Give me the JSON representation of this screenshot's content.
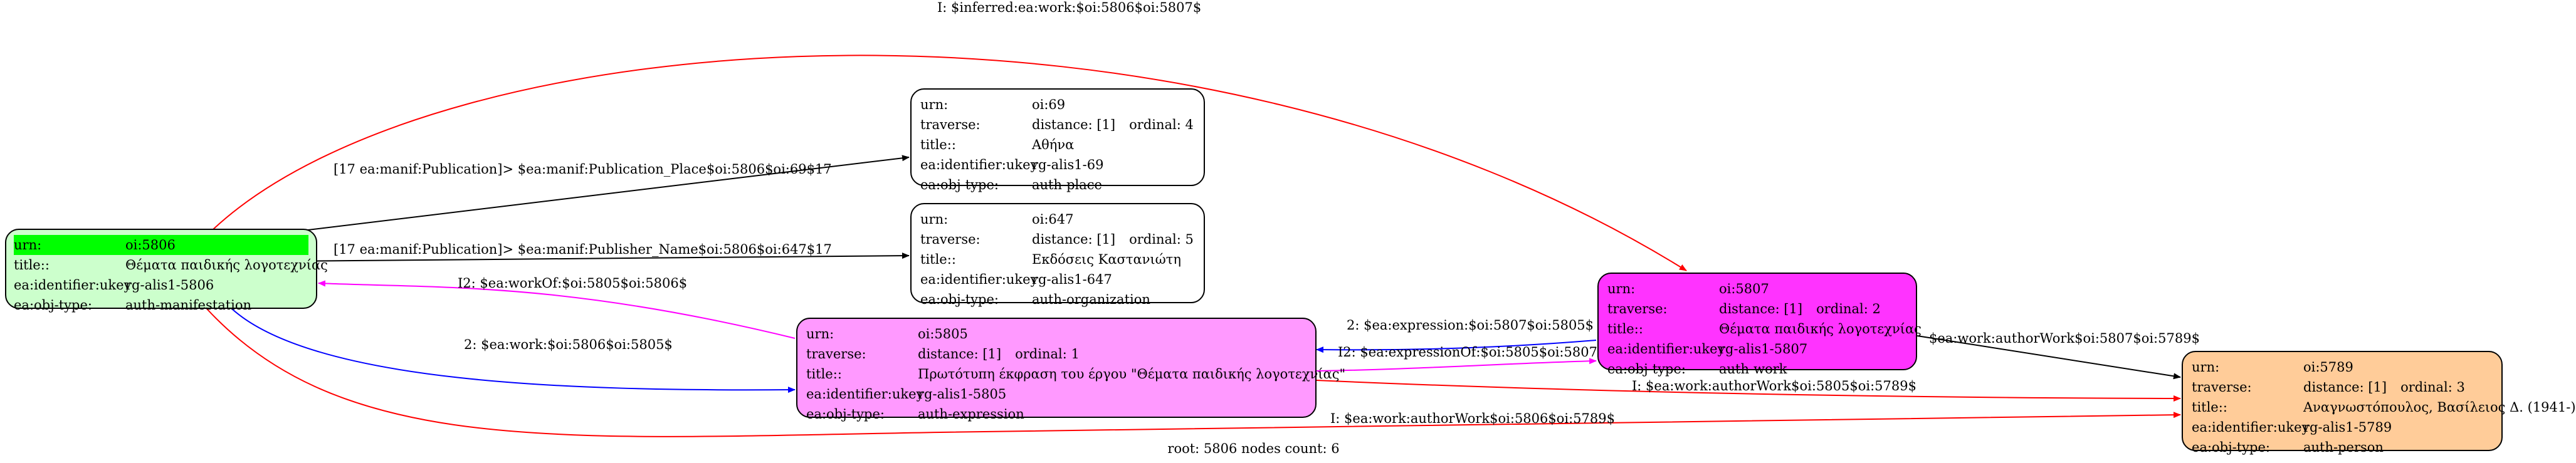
{
  "footer": "root: 5806 nodes count: 6",
  "nodes": [
    {
      "id": "oi5806",
      "fill": "#ccffcc",
      "rows": [
        {
          "k": "urn:",
          "v": "oi:5806",
          "highlight": true
        },
        {
          "k": "title::",
          "v": "Θέματα παιδικής λογοτεχνίας"
        },
        {
          "k": "ea:identifier:ukey",
          "v": "rg-alis1-5806"
        },
        {
          "k": "ea:obj-type:",
          "v": "auth-manifestation"
        }
      ]
    },
    {
      "id": "oi69",
      "fill": "#ffffff",
      "rows": [
        {
          "k": "urn:",
          "v": "oi:69"
        },
        {
          "k": "traverse:",
          "v": "distance: [1]",
          "ord": "ordinal: 4"
        },
        {
          "k": "title::",
          "v": "Αθήνα"
        },
        {
          "k": "ea:identifier:ukey",
          "v": "rg-alis1-69"
        },
        {
          "k": "ea:obj-type:",
          "v": "auth-place"
        }
      ]
    },
    {
      "id": "oi647",
      "fill": "#ffffff",
      "rows": [
        {
          "k": "urn:",
          "v": "oi:647"
        },
        {
          "k": "traverse:",
          "v": "distance: [1]",
          "ord": "ordinal: 5"
        },
        {
          "k": "title::",
          "v": "Εκδόσεις Καστανιώτη"
        },
        {
          "k": "ea:identifier:ukey",
          "v": "rg-alis1-647"
        },
        {
          "k": "ea:obj-type:",
          "v": "auth-organization"
        }
      ]
    },
    {
      "id": "oi5805",
      "fill": "#ff99ff",
      "rows": [
        {
          "k": "urn:",
          "v": "oi:5805"
        },
        {
          "k": "traverse:",
          "v": "distance: [1]",
          "ord": "ordinal: 1"
        },
        {
          "k": "title::",
          "v": "Πρωτότυπη έκφραση του έργου \"Θέματα παιδικής λογοτεχνίας\""
        },
        {
          "k": "ea:identifier:ukey",
          "v": "rg-alis1-5805"
        },
        {
          "k": "ea:obj-type:",
          "v": "auth-expression"
        }
      ]
    },
    {
      "id": "oi5807",
      "fill": "#ff33ff",
      "rows": [
        {
          "k": "urn:",
          "v": "oi:5807"
        },
        {
          "k": "traverse:",
          "v": "distance: [1]",
          "ord": "ordinal: 2"
        },
        {
          "k": "title::",
          "v": "Θέματα παιδικής λογοτεχνίας"
        },
        {
          "k": "ea:identifier:ukey",
          "v": "rg-alis1-5807"
        },
        {
          "k": "ea:obj-type:",
          "v": "auth-work"
        }
      ]
    },
    {
      "id": "oi5789",
      "fill": "#ffcc99",
      "rows": [
        {
          "k": "urn:",
          "v": "oi:5789"
        },
        {
          "k": "traverse:",
          "v": "distance: [1]",
          "ord": "ordinal: 3"
        },
        {
          "k": "title::",
          "v": "Αναγνωστόπουλος, Βασίλειος Δ. (1941-)"
        },
        {
          "k": "ea:identifier:ukey",
          "v": "rg-alis1-5789"
        },
        {
          "k": "ea:obj-type:",
          "v": "auth-person"
        }
      ]
    }
  ],
  "edges": [
    {
      "label": "I: $inferred:ea:work:$oi:5806$oi:5807$",
      "color": "#ff0000"
    },
    {
      "label": "[17 ea:manif:Publication]> $ea:manif:Publication_Place$oi:5806$oi:69$17",
      "color": "#000000"
    },
    {
      "label": "[17 ea:manif:Publication]> $ea:manif:Publisher_Name$oi:5806$oi:647$17",
      "color": "#000000"
    },
    {
      "label": "I2: $ea:workOf:$oi:5805$oi:5806$",
      "color": "#ff00ff"
    },
    {
      "label": "2: $ea:work:$oi:5806$oi:5805$",
      "color": "#0000ff"
    },
    {
      "label": "2: $ea:expression:$oi:5807$oi:5805$",
      "color": "#0000ff"
    },
    {
      "label": "I2: $ea:expressionOf:$oi:5805$oi:5807$",
      "color": "#ff00ff"
    },
    {
      "label": "$ea:work:authorWork$oi:5807$oi:5789$",
      "color": "#000000"
    },
    {
      "label": "I: $ea:work:authorWork$oi:5805$oi:5789$",
      "color": "#ff0000"
    },
    {
      "label": "I: $ea:work:authorWork$oi:5806$oi:5789$",
      "color": "#ff0000"
    }
  ]
}
